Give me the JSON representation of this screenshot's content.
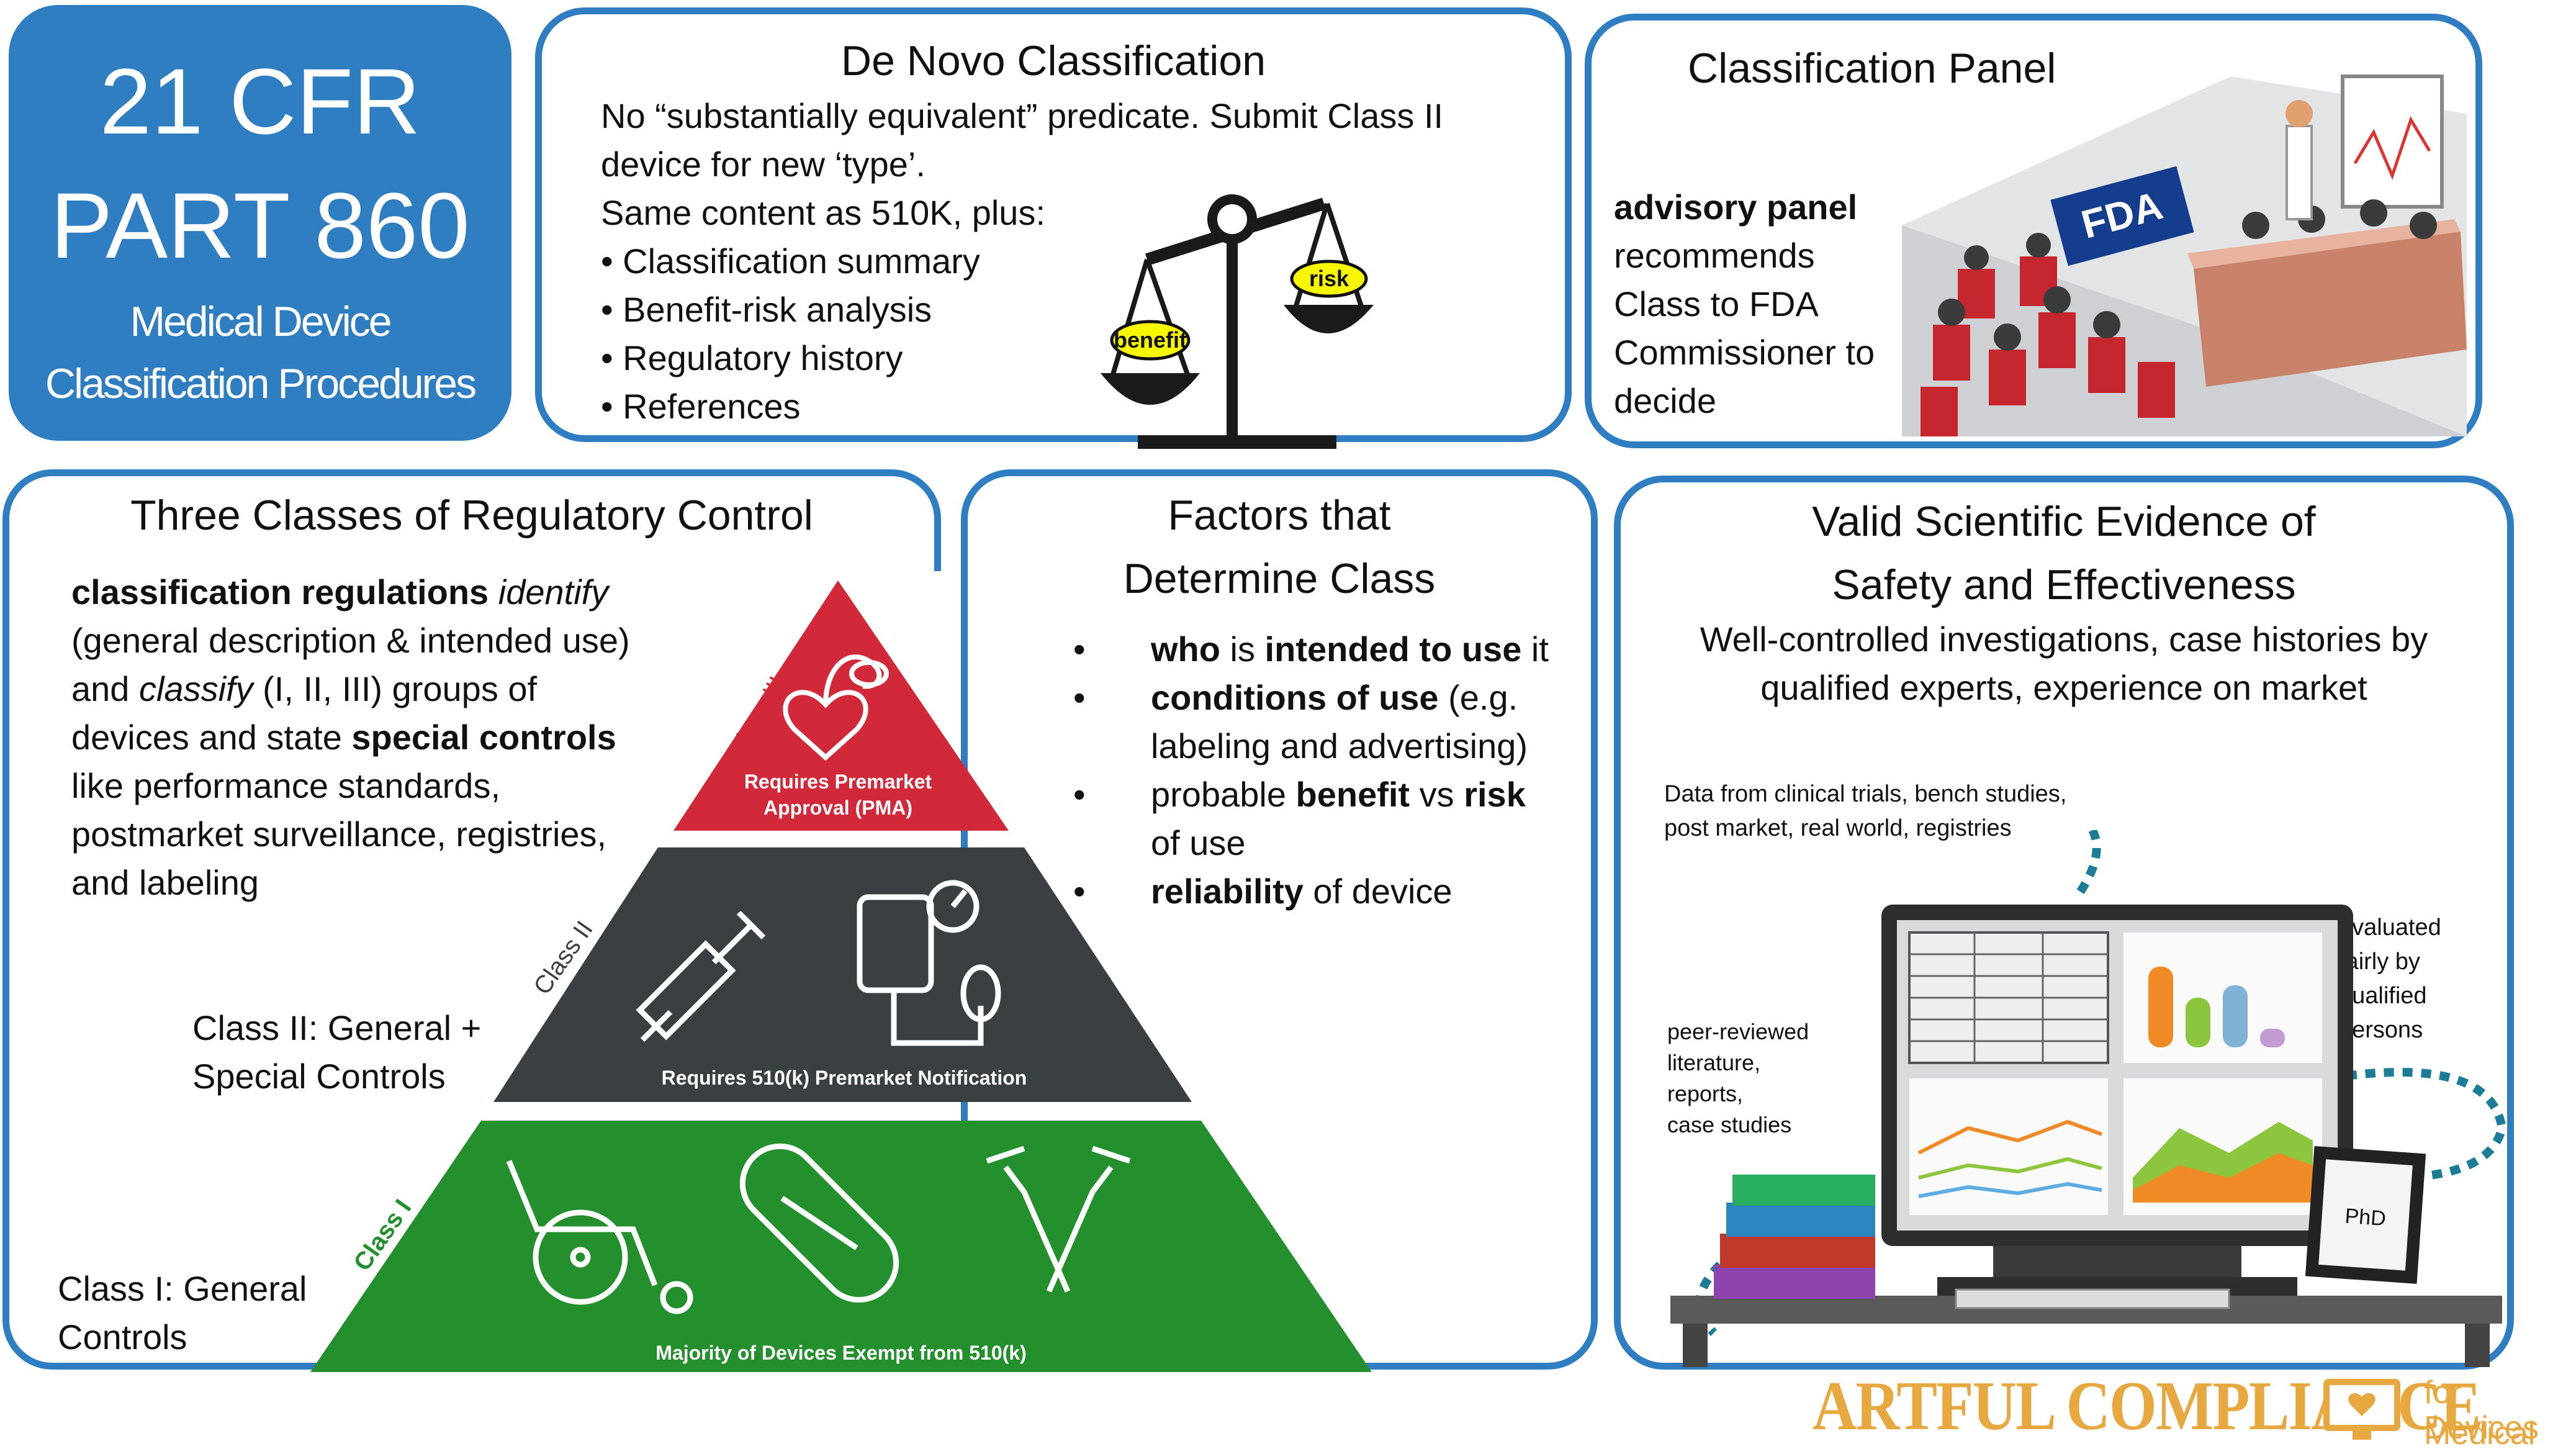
{
  "cfr": {
    "line1": "21 CFR",
    "line2": "PART 860",
    "sub1": "Medical Device",
    "sub2": "Classification Procedures"
  },
  "denovo": {
    "title": "De Novo Classification",
    "line1": "No “substantially equivalent” predicate.  Submit Class II",
    "line2": "device for new ‘type’.",
    "line3": "Same content as 510K, plus:",
    "items": [
      "Classification summary",
      "Benefit-risk analysis",
      "Regulatory history",
      "References"
    ],
    "benefit_label": "benefit",
    "risk_label": "risk"
  },
  "panel": {
    "title": "Classification Panel",
    "bold": "advisory panel",
    "lines": [
      "recommends",
      "Class to FDA",
      "Commissioner to",
      "decide"
    ],
    "fda_sign": "FDA"
  },
  "classes": {
    "title": "Three Classes of Regulatory Control",
    "desc": {
      "l1_bold": "classification regulations",
      "l1_italic": "identify",
      "l2": "(general description & intended use)",
      "l3_a": "and ",
      "l3_italic": "classify",
      "l3_b": " (I, II, III) groups of",
      "l4_a": "devices and state ",
      "l4_bold": "special controls",
      "l5": "like performance standards,",
      "l6": "postmarket surveillance, registries,",
      "l7": "and labeling"
    },
    "class2_caption_1": "Class II: General +",
    "class2_caption_2": "Special Controls",
    "class1_caption_1": "Class I: General",
    "class1_caption_2": "Controls",
    "tier3_label": "Class III",
    "tier3_text_1": "Requires Premarket",
    "tier3_text_2": "Approval (PMA)",
    "tier2_label": "Class II",
    "tier2_text": "Requires 510(k) Premarket Notification",
    "tier1_label": "Class I",
    "tier1_text": "Majority of Devices Exempt from 510(k)"
  },
  "factors": {
    "title_1": "Factors that",
    "title_2": "Determine Class",
    "i1_b1": "who",
    "i1_t1": " is ",
    "i1_b2": "intended to use",
    "i1_t2": " it",
    "i2_b": "conditions of use",
    "i2_t": " (e.g.",
    "i2_l2": "labeling and advertising)",
    "i3_t1": "probable ",
    "i3_b1": "benefit",
    "i3_t2": " vs ",
    "i3_b2": "risk",
    "i3_l2": "of use",
    "i4_b": "reliability",
    "i4_t": " of device"
  },
  "evidence": {
    "title_1": "Valid Scientific Evidence of",
    "title_2": "Safety and Effectiveness",
    "sub_1": "Well-controlled investigations, case histories by",
    "sub_2": "qualified experts, experience on market",
    "data_1": "Data from clinical trials, bench studies,",
    "data_2": "post market, real world, registries",
    "eval": [
      "evaluated",
      "fairly by",
      "qualified",
      "persons"
    ],
    "peer": [
      "peer-reviewed",
      "literature,",
      "reports,",
      "case studies"
    ],
    "phd": "PhD"
  },
  "brand": {
    "name": "ARTFUL COMPLIANCE",
    "tag_1": "for Medical",
    "tag_2": "Devices"
  },
  "colors": {
    "blue": "#2f7ec2",
    "red": "#d1293a",
    "dark": "#3a3f41",
    "green": "#23902d",
    "gold": "#e7a840"
  }
}
